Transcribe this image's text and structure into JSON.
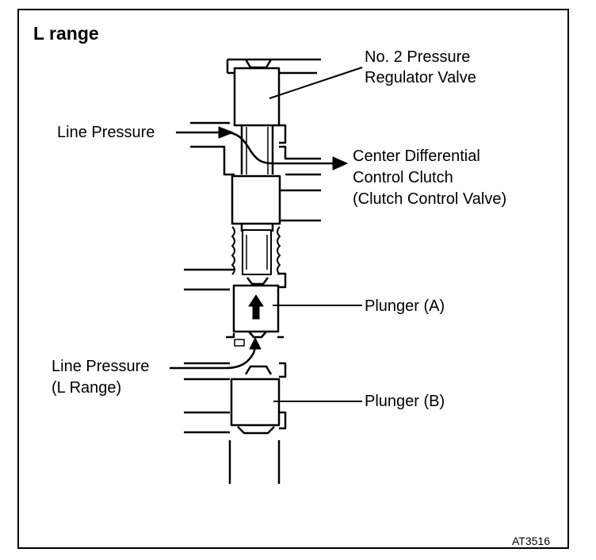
{
  "title": "L range",
  "labels": {
    "regulator_1": "No. 2 Pressure",
    "regulator_2": "Regulator Valve",
    "line_pressure_top": "Line Pressure",
    "center_diff_1": "Center Differential",
    "center_diff_2": "Control Clutch",
    "center_diff_3": "(Clutch Control Valve)",
    "plunger_a": "Plunger (A)",
    "line_pressure_bottom_1": "Line Pressure",
    "line_pressure_bottom_2": "(L Range)",
    "plunger_b": "Plunger (B)"
  },
  "figure_code": "AT3516"
}
